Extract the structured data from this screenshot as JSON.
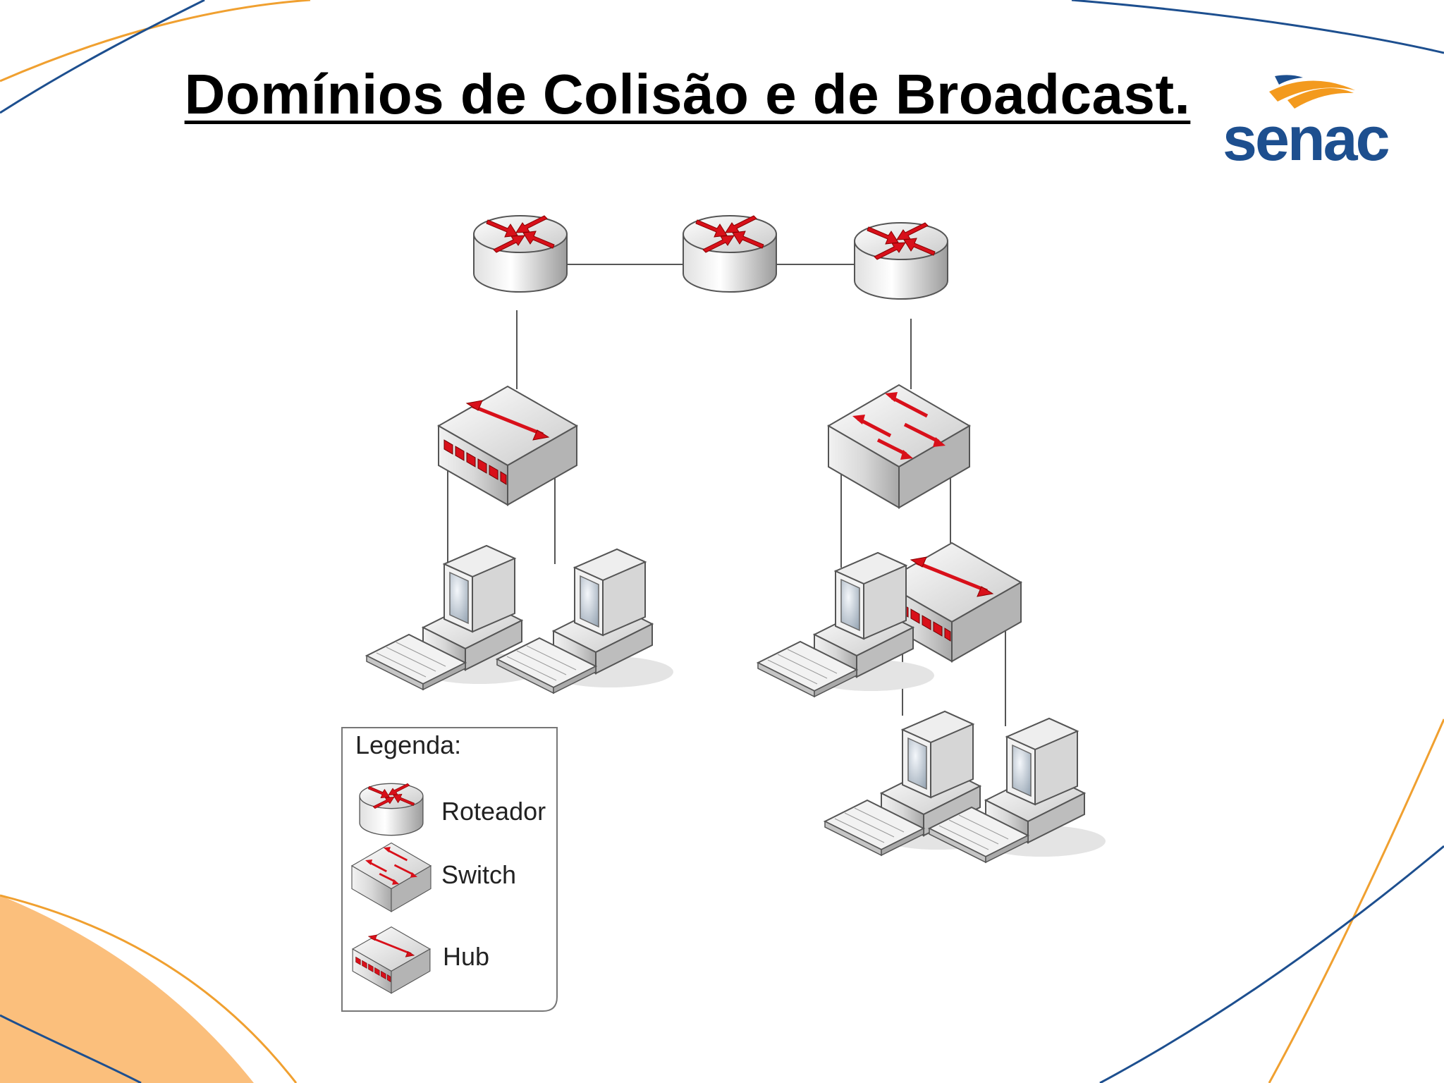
{
  "slide": {
    "title": "Domínios de Colisão e de Broadcast.",
    "logo_text": "senac"
  },
  "legend": {
    "heading": "Legenda:",
    "items": [
      {
        "label": "Roteador",
        "icon": "router-icon"
      },
      {
        "label": "Switch",
        "icon": "switch-icon"
      },
      {
        "label": "Hub",
        "icon": "hub-icon"
      }
    ]
  },
  "colors": {
    "arrow_red": "#d8101a",
    "curve_blue": "#1d4f8f",
    "curve_orange": "#f0a030",
    "corner_orange": "#fbbf7c",
    "logo_blue": "#1d4f8f",
    "logo_orange": "#f39a1e"
  }
}
